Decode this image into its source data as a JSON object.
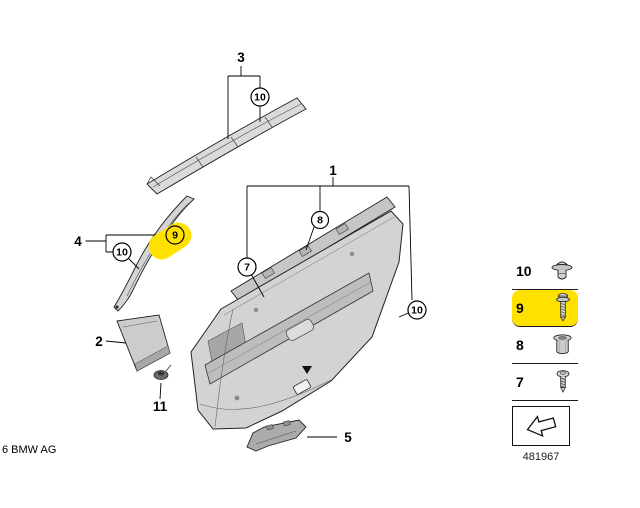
{
  "footer": {
    "copyright_text": "6 BMW AG",
    "diagram_number": "481967"
  },
  "colors": {
    "highlight": "#ffe100",
    "line": "#000000",
    "part_fill": "#d3d3d3"
  },
  "callouts": {
    "label_1": "1",
    "label_2": "2",
    "label_3": "3",
    "label_4": "4",
    "label_5": "5",
    "label_11": "11",
    "circle_10_top": "10",
    "circle_10_left": "10",
    "circle_9_left": "9",
    "circle_7": "7",
    "circle_8": "8",
    "circle_10_right": "10"
  },
  "legend": {
    "rows": [
      {
        "number": "10",
        "icon": "grommet-nut-icon",
        "highlighted": false
      },
      {
        "number": "9",
        "icon": "pan-head-screw-icon",
        "highlighted": true
      },
      {
        "number": "8",
        "icon": "spacer-sleeve-icon",
        "highlighted": false
      },
      {
        "number": "7",
        "icon": "tapping-screw-icon",
        "highlighted": false
      }
    ],
    "note_icon": "direction-arrow-icon"
  }
}
